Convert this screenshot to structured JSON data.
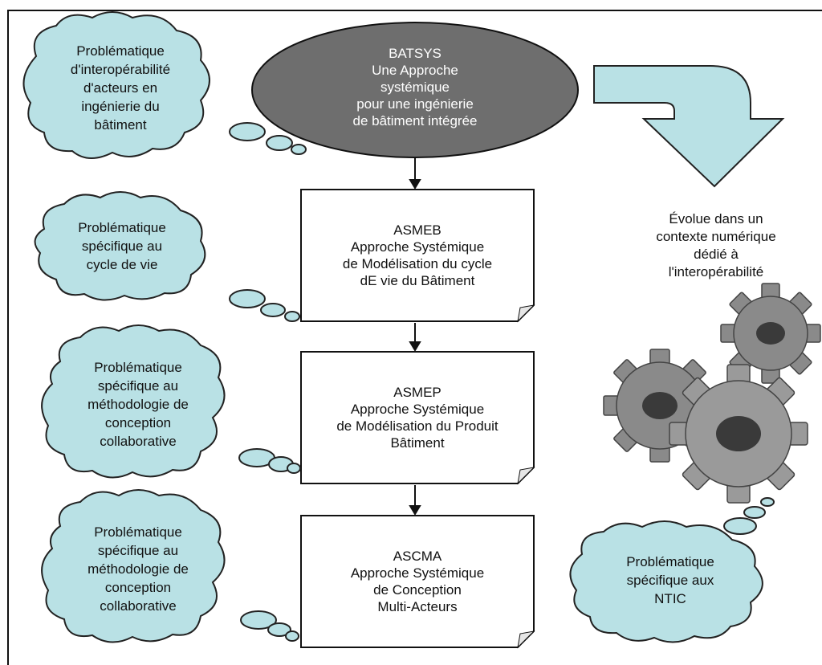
{
  "ellipse": {
    "text": "BATSYS\nUne Approche\nsystémique\npour une ingénierie\nde bâtiment intégrée",
    "fill": "#6e6e6e"
  },
  "boxes": [
    {
      "text": "ASMEB\nApproche Systémique\nde Modélisation du cycle\ndE vie du Bâtiment"
    },
    {
      "text": "ASMEP\nApproche Systémique\nde Modélisation du Produit\nBâtiment"
    },
    {
      "text": "ASCMA\nApproche Systémique\nde Conception\nMulti-Acteurs"
    }
  ],
  "clouds": [
    {
      "text": "Problématique\nd'interopérabilité\nd'acteurs en\ningénierie du\nbâtiment"
    },
    {
      "text": "Problématique\nspécifique au\ncycle de vie"
    },
    {
      "text": "Problématique\nspécifique au\nméthodologie de\nconception\ncollaborative"
    },
    {
      "text": "Problématique\nspécifique au\nméthodologie de\nconception\ncollaborative"
    },
    {
      "text": "Problématique\nspécifique aux\nNTIC"
    }
  ],
  "context_text": "Évolue dans un\ncontexte numérique\ndédié à\nl'interopérabilité",
  "gears_icon": "gears-icon",
  "colors": {
    "cloud_fill": "#b9e1e5",
    "arrow_fill": "#b9e1e5",
    "ellipse_fill": "#6e6e6e",
    "gear_fill": "#8a8a8a"
  }
}
